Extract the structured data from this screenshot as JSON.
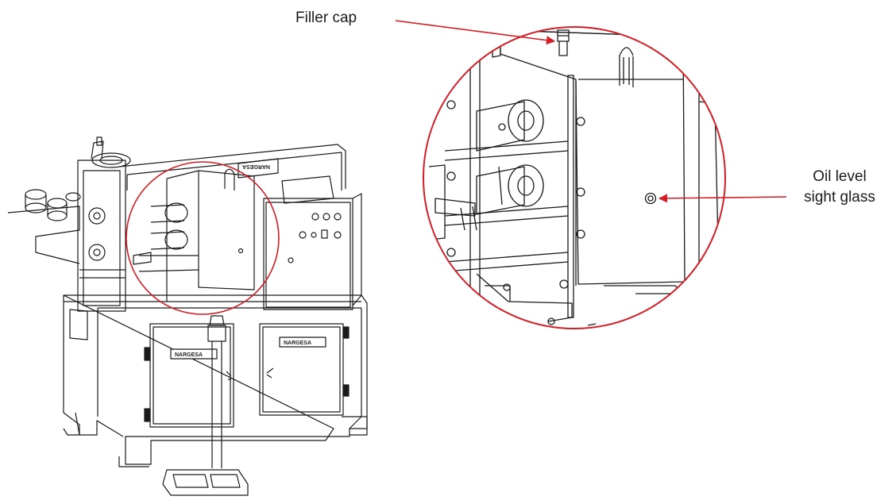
{
  "annotations": {
    "filler_cap": "Filler cap",
    "oil_level_line1": "Oil level",
    "oil_level_line2": "sight glass"
  },
  "machine": {
    "brand_plate_front": "NARGESA",
    "brand_plate_left_door": "NARGESA",
    "brand_plate_right_door": "NARGESA"
  },
  "colors": {
    "callout": "#d21f26",
    "line_art": "#1a1a1a",
    "background": "#ffffff"
  }
}
